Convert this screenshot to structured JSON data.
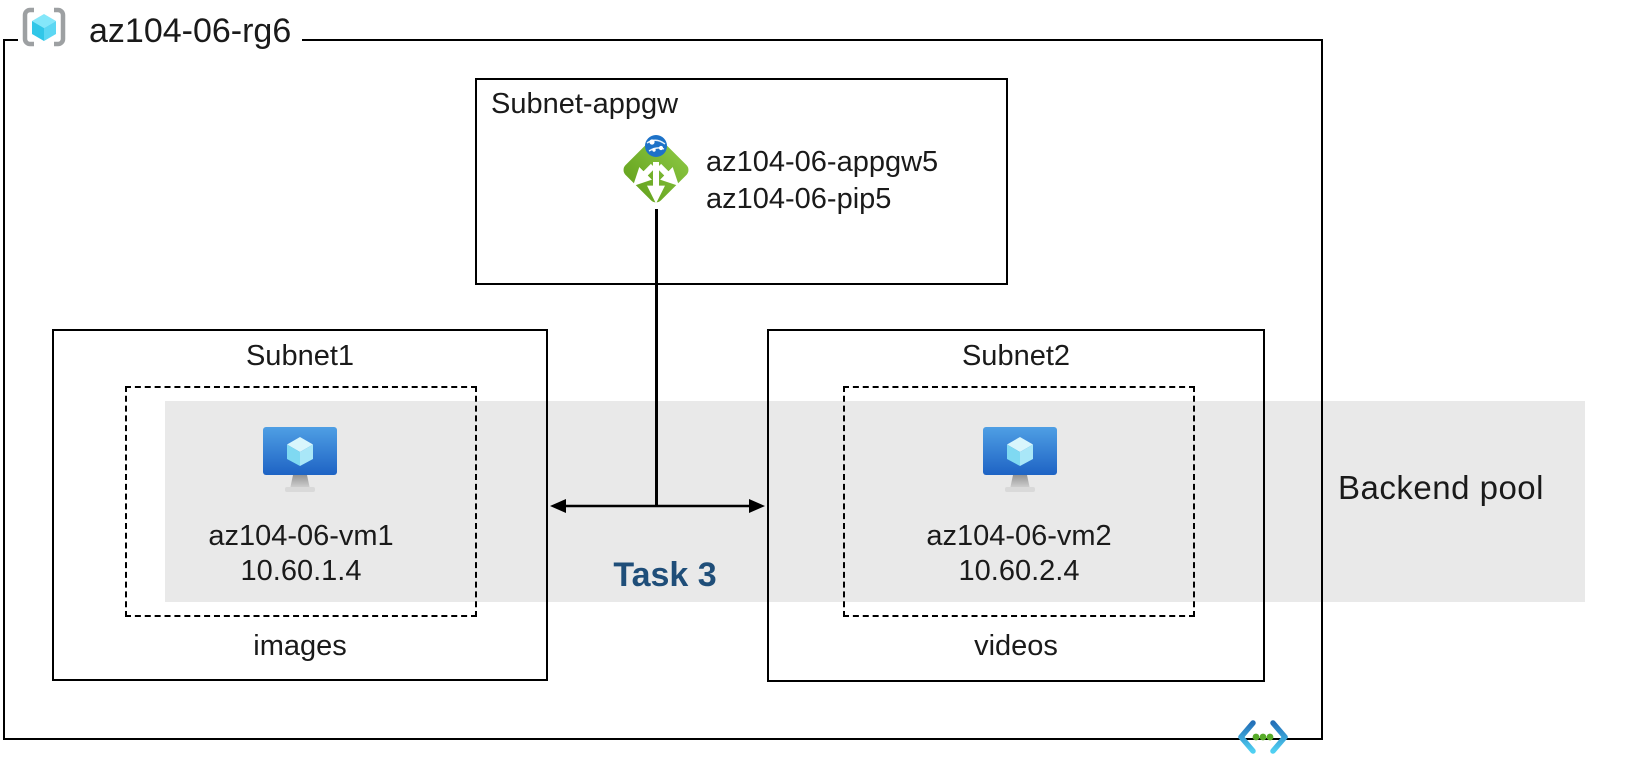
{
  "resource_group": {
    "name": "az104-06-rg6"
  },
  "appgw_subnet": {
    "title": "Subnet-appgw",
    "gateway_name": "az104-06-appgw5",
    "public_ip_name": "az104-06-pip5"
  },
  "subnet1": {
    "title": "Subnet1",
    "vm_name": "az104-06-vm1",
    "vm_ip": "10.60.1.4",
    "storage_label": "images"
  },
  "subnet2": {
    "title": "Subnet2",
    "vm_name": "az104-06-vm2",
    "vm_ip": "10.60.2.4",
    "storage_label": "videos"
  },
  "backend_pool": {
    "label": "Backend pool"
  },
  "task": {
    "label": "Task 3"
  },
  "icons": {
    "resource_group": "resource-group-icon",
    "application_gateway": "application-gateway-icon",
    "virtual_machine": "virtual-machine-icon",
    "virtual_network": "virtual-network-icon"
  },
  "colors": {
    "task_label": "#1f4e79",
    "backend_band": "#e9e9e9",
    "appgw_green": "#76b230",
    "vm_monitor_blue": "#2e7dd1",
    "cube_cyan": "#50e6ff",
    "line_black": "#000000"
  }
}
